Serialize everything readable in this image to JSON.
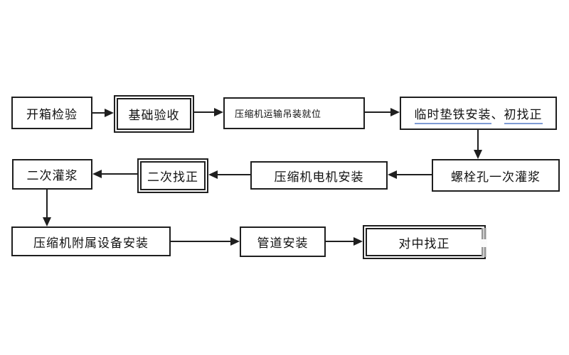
{
  "page": {
    "background_color": "#ffffff",
    "stroke_color": "#1f1f1f",
    "underline_color": "#7f9cd4",
    "smudge_color": "#bdbdbd"
  },
  "diagram": {
    "type": "flowchart",
    "language": "zh-CN",
    "nodes": {
      "unpacking": {
        "label": "开箱检验",
        "emphasis": "single-border"
      },
      "foundation": {
        "label": "基础验收",
        "emphasis": "double-border"
      },
      "transport": {
        "label": "压缩机运输吊装就位",
        "emphasis": "single-border"
      },
      "shim": {
        "part1": "临时垫铁安装",
        "separator": "、",
        "part2": "初找正",
        "emphasis": "single-border",
        "underline": "blue"
      },
      "bolt_grouting": {
        "label": "螺栓孔一次灌浆",
        "emphasis": "single-border"
      },
      "motor": {
        "label": "压缩机电机安装",
        "emphasis": "single-border"
      },
      "secondary_alignment": {
        "label": "二次找正",
        "emphasis": "double-border"
      },
      "secondary_grouting": {
        "label": "二次灌浆",
        "emphasis": "single-border"
      },
      "auxiliary": {
        "label": "压缩机附属设备安装",
        "emphasis": "single-border"
      },
      "pipeline": {
        "label": "管道安装",
        "emphasis": "single-border"
      },
      "centering": {
        "label": "对中找正",
        "emphasis": "double-border"
      }
    },
    "edges": [
      {
        "from": "unpacking",
        "to": "foundation"
      },
      {
        "from": "foundation",
        "to": "transport"
      },
      {
        "from": "transport",
        "to": "shim"
      },
      {
        "from": "shim",
        "to": "bolt_grouting"
      },
      {
        "from": "bolt_grouting",
        "to": "motor"
      },
      {
        "from": "motor",
        "to": "secondary_alignment"
      },
      {
        "from": "secondary_alignment",
        "to": "secondary_grouting"
      },
      {
        "from": "secondary_grouting",
        "to": "auxiliary"
      },
      {
        "from": "auxiliary",
        "to": "pipeline"
      },
      {
        "from": "pipeline",
        "to": "centering"
      }
    ]
  }
}
